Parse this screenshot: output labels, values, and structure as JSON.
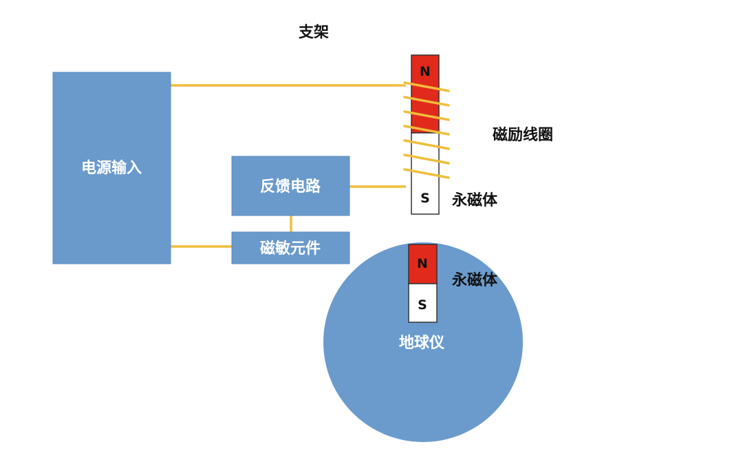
{
  "labels": {
    "bracket": "支架",
    "power_input": "电源输入",
    "feedback_circuit": "反馈电路",
    "magnetic_sensor": "磁敏元件",
    "excitation_coil": "磁励线圈",
    "permanent_magnet_top": "永磁体",
    "permanent_magnet_globe": "永磁体",
    "globe": "地球仪",
    "top_magnet_north": "N",
    "top_magnet_south": "S",
    "globe_magnet_north": "N",
    "globe_magnet_south": "S"
  },
  "colors": {
    "box_fill": "#6a9acb",
    "box_stroke": "#5b8bc0",
    "globe_fill": "#6b9bcc",
    "wire": "#f0be3c",
    "north_pole": "#e22a1c",
    "south_pole": "#ffffff",
    "magnet_border": "#333333",
    "text_dark": "#111111",
    "text_light": "#ffffff"
  }
}
